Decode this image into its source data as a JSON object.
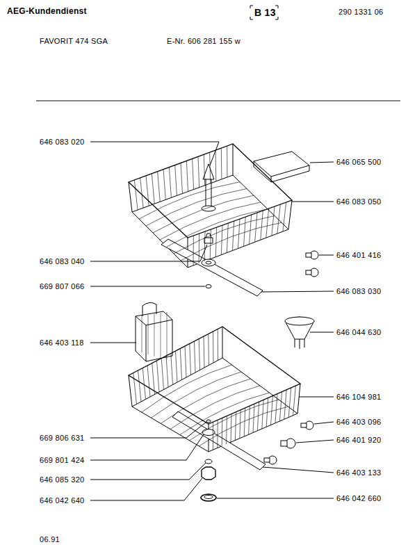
{
  "diagram": {
    "title": "AEG-Kundendienst",
    "labels": [
      "B 13",
      "290 1331 06",
      "FAVORIT 474 SGA",
      "E-Nr. 606 281 155 w",
      "646 083 020",
      "646 065 500",
      "646 083 050",
      "646 083 040",
      "646 401 416",
      "669 807 066",
      "646 083 030",
      "646 403 118",
      "646 044 630",
      "646 104 981",
      "646 403 096",
      "669 806 631",
      "646 401 920",
      "669 801 424",
      "646 403 133",
      "646 085 320",
      "646 042 640",
      "646 042 660",
      "06.91"
    ]
  }
}
